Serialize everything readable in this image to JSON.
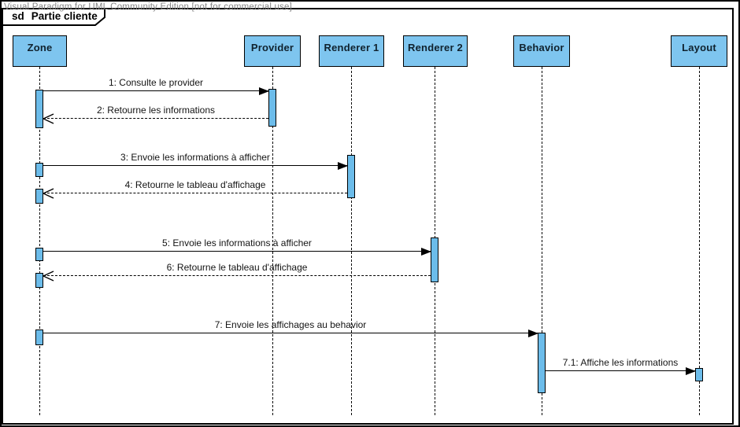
{
  "watermark": "Visual Paradigm for UML Community Edition [not for commercial use]",
  "frame": {
    "keyword": "sd",
    "title": "Partie cliente"
  },
  "diagram": {
    "type": "uml-sequence-diagram",
    "lifelines": [
      {
        "name": "Zone"
      },
      {
        "name": "Provider"
      },
      {
        "name": "Renderer 1"
      },
      {
        "name": "Renderer 2"
      },
      {
        "name": "Behavior"
      },
      {
        "name": "Layout"
      }
    ],
    "messages": [
      {
        "num": "1",
        "label": "1: Consulte le provider",
        "from": "Zone",
        "to": "Provider",
        "kind": "sync"
      },
      {
        "num": "2",
        "label": "2: Retourne les informations",
        "from": "Provider",
        "to": "Zone",
        "kind": "return"
      },
      {
        "num": "3",
        "label": "3: Envoie les informations à afficher",
        "from": "Zone",
        "to": "Renderer 1",
        "kind": "sync"
      },
      {
        "num": "4",
        "label": "4: Retourne le tableau d'affichage",
        "from": "Renderer 1",
        "to": "Zone",
        "kind": "return"
      },
      {
        "num": "5",
        "label": "5: Envoie les informations à afficher",
        "from": "Zone",
        "to": "Renderer 2",
        "kind": "sync"
      },
      {
        "num": "6",
        "label": "6: Retourne le tableau d'affichage",
        "from": "Renderer 2",
        "to": "Zone",
        "kind": "return"
      },
      {
        "num": "7",
        "label": "7: Envoie les affichages au behavior",
        "from": "Zone",
        "to": "Behavior",
        "kind": "sync"
      },
      {
        "num": "7.1",
        "label": "7.1: Affiche les informations",
        "from": "Behavior",
        "to": "Layout",
        "kind": "sync"
      }
    ]
  },
  "colors": {
    "lifeline_head_fill": "#7EC5EF",
    "activation_fill": "#6CBCEA",
    "line_color": "#000000",
    "watermark_gray": "#7D7D7D",
    "background": "#FFFFFF"
  }
}
